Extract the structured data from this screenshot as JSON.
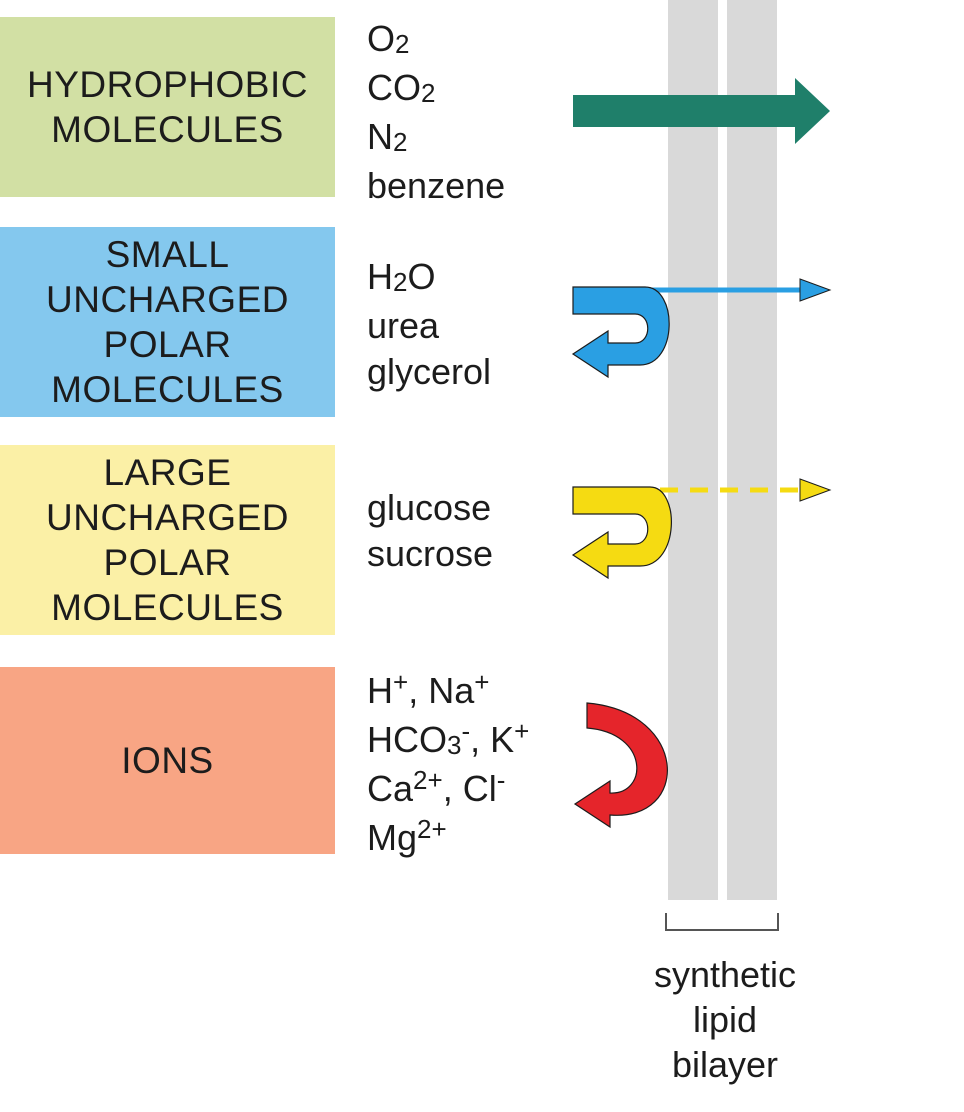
{
  "categories": [
    {
      "id": "hydrophobic",
      "lines": [
        "HYDROPHOBIC",
        "MOLECULES"
      ],
      "color": "#d2e0a4"
    },
    {
      "id": "small-polar",
      "lines": [
        "SMALL",
        "UNCHARGED",
        "POLAR",
        "MOLECULES"
      ],
      "color": "#84c8ee"
    },
    {
      "id": "large-polar",
      "lines": [
        "LARGE",
        "UNCHARGED",
        "POLAR",
        "MOLECULES"
      ],
      "color": "#fbf0a6"
    },
    {
      "id": "ions",
      "lines": [
        "IONS"
      ],
      "color": "#f8a584"
    }
  ],
  "molecules": {
    "hydrophobic": [
      "O2",
      "CO2",
      "N2",
      "benzene"
    ],
    "small_polar": [
      "H2O",
      "urea",
      "glycerol"
    ],
    "large_polar": [
      "glucose",
      "sucrose"
    ],
    "ions": {
      "h": "H",
      "h_sup": "+",
      "sep1": ", ",
      "na": "Na",
      "na_sup": "+",
      "hco": "HCO",
      "hco_sub": "3",
      "hco_sup": "-",
      "sep2": ", ",
      "k": "K",
      "k_sup": "+",
      "ca": "Ca",
      "ca_sup": "2+",
      "sep3": ", ",
      "cl": "Cl",
      "cl_sup": "-",
      "mg": "Mg",
      "mg_sup": "2+"
    }
  },
  "arrow_colors": {
    "hydrophobic": "#1f7f6a",
    "small_polar": "#2a9fe3",
    "large_polar": "#f5db12",
    "ions": "#e5252b"
  },
  "bilayer": {
    "label_lines": [
      "synthetic",
      "lipid",
      "bilayer"
    ],
    "color": "#d9d9d9"
  }
}
